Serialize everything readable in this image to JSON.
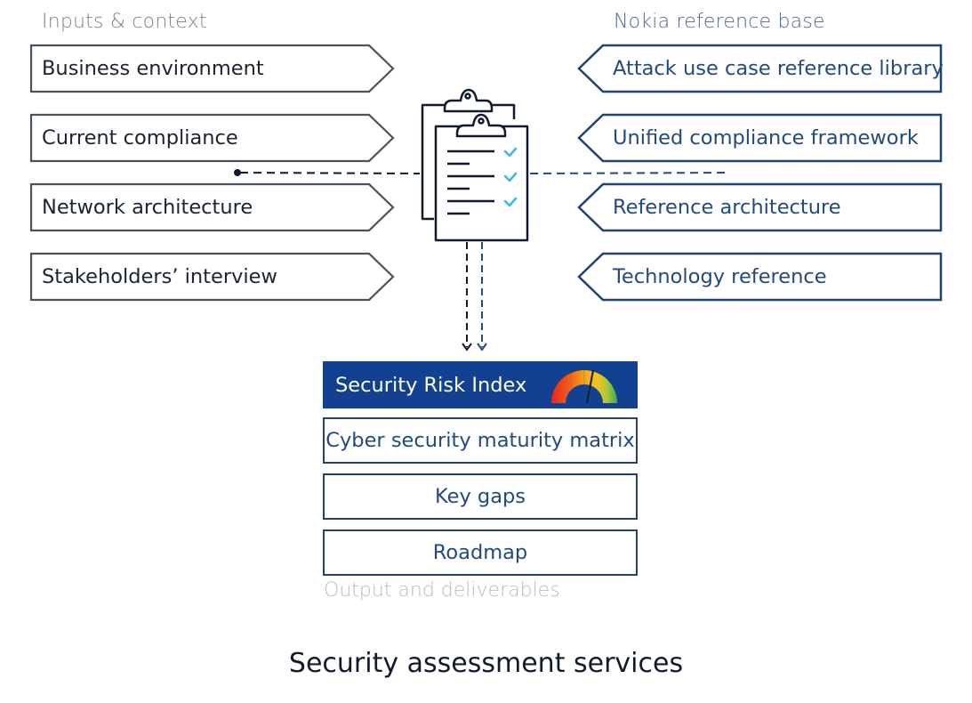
{
  "diagram": {
    "title": "Security assessment services",
    "inputs": {
      "heading": "Inputs & context",
      "items": [
        {
          "label": "Business environment"
        },
        {
          "label": "Current compliance"
        },
        {
          "label": "Network architecture"
        },
        {
          "label": "Stakeholders’ interview"
        }
      ]
    },
    "reference": {
      "heading": "Nokia reference base",
      "items": [
        {
          "label": "Attack use case reference library"
        },
        {
          "label": "Unified compliance framework"
        },
        {
          "label": "Reference architecture"
        },
        {
          "label": "Technology reference"
        }
      ]
    },
    "center_icon": "clipboard-checklist-icon",
    "outputs": {
      "heading": "Output and deliverables",
      "items": [
        {
          "label": "Security Risk Index",
          "icon": "risk-gauge-icon",
          "highlighted": true
        },
        {
          "label": "Cyber security maturity matrix"
        },
        {
          "label": "Key gaps"
        },
        {
          "label": "Roadmap"
        }
      ]
    },
    "gauge": {
      "segments": [
        "#e8261b",
        "#f0641a",
        "#f7a21a",
        "#f9c31a",
        "#a8c83a",
        "#3daa46"
      ]
    },
    "colors": {
      "left_stroke": "#4a525c",
      "right_stroke": "#1f4270",
      "primary_fill": "#124191",
      "check": "#3cbbe0",
      "icon_stroke": "#101c2e"
    }
  }
}
